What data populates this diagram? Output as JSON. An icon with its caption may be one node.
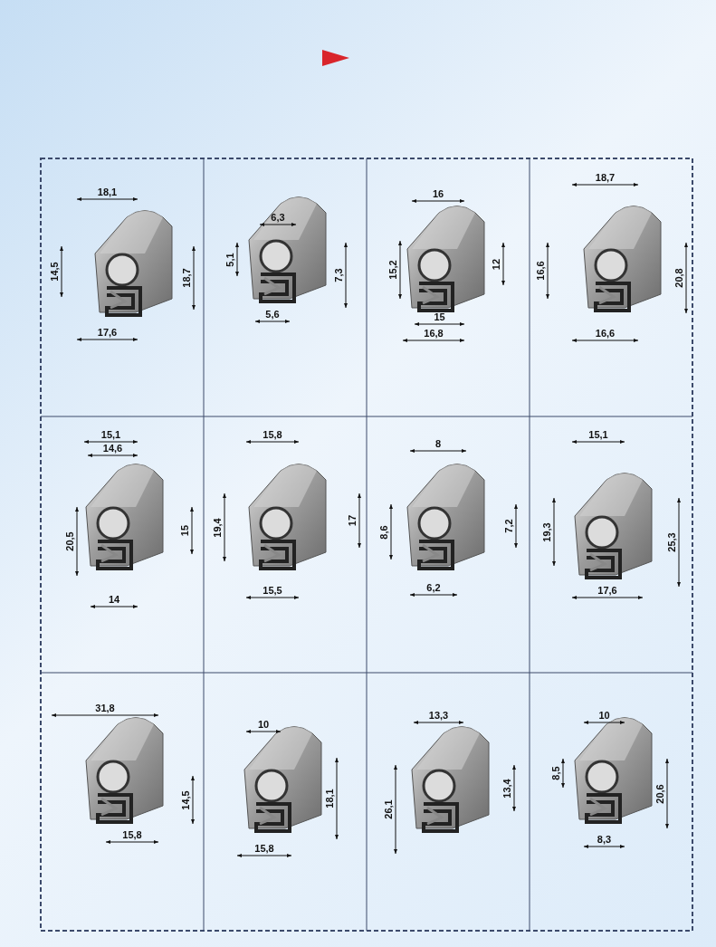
{
  "diagram": {
    "labels": [
      "18,1",
      "14,5",
      "18,7",
      "17,6",
      "6,3",
      "5,1",
      "7,3",
      "5,6",
      "16",
      "15,2",
      "12",
      "15",
      "16,8",
      "18,7",
      "16,6",
      "20,8",
      "16,6",
      "15,1",
      "14,6",
      "20,5",
      "15",
      "14",
      "15,8",
      "19,4",
      "17",
      "15,5",
      "8",
      "8,6",
      "7,2",
      "6,2",
      "15,1",
      "19,3",
      "25,3",
      "17,6",
      "31,8",
      "14,5",
      "15,8",
      "10",
      "18,1",
      "15,8",
      "13,3",
      "26,1",
      "13,4",
      "10",
      "8,5",
      "20,6",
      "8,3"
    ]
  }
}
